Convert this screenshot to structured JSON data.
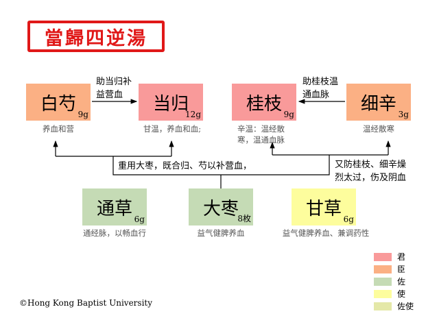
{
  "title": "當歸四逆湯",
  "herbs": {
    "baishao": {
      "name": "白芍",
      "dose": "9g",
      "desc": "养血和营"
    },
    "danggui": {
      "name": "当归",
      "dose": "12g",
      "desc": "甘温，养血和血;"
    },
    "guizhi": {
      "name": "桂枝",
      "dose": "9g",
      "desc1": "辛温：温经散",
      "desc2": "寒，温通血脉"
    },
    "xixin": {
      "name": "细辛",
      "dose": "3g",
      "desc": "温经散寒"
    },
    "tongcao": {
      "name": "通草",
      "dose": "6g",
      "desc": "通经脉，以畅血行"
    },
    "dazao": {
      "name": "大枣",
      "dose": "8枚",
      "desc": "益气健脾养血"
    },
    "gancao": {
      "name": "甘草",
      "dose": "6g",
      "desc": "益气健脾养血、兼调药性"
    }
  },
  "notes": {
    "baishao_to_danggui": [
      "助当归补",
      "益营血"
    ],
    "xixin_to_guizhi": [
      "助桂枝温",
      "通血脉"
    ],
    "dazao_left": "重用大枣，既合归、芍以补营血，",
    "dazao_right": [
      "又防桂枝、细辛燥",
      "烈太过，伤及阴血"
    ]
  },
  "legend": [
    {
      "label": "君",
      "color": "#f99a9a"
    },
    {
      "label": "臣",
      "color": "#fbb084"
    },
    {
      "label": "佐",
      "color": "#c5dbb5"
    },
    {
      "label": "使",
      "color": "#fdfd9d"
    },
    {
      "label": "佐使",
      "color": "#e4e8a8"
    }
  ],
  "copyright": "©Hong Kong Baptist University"
}
